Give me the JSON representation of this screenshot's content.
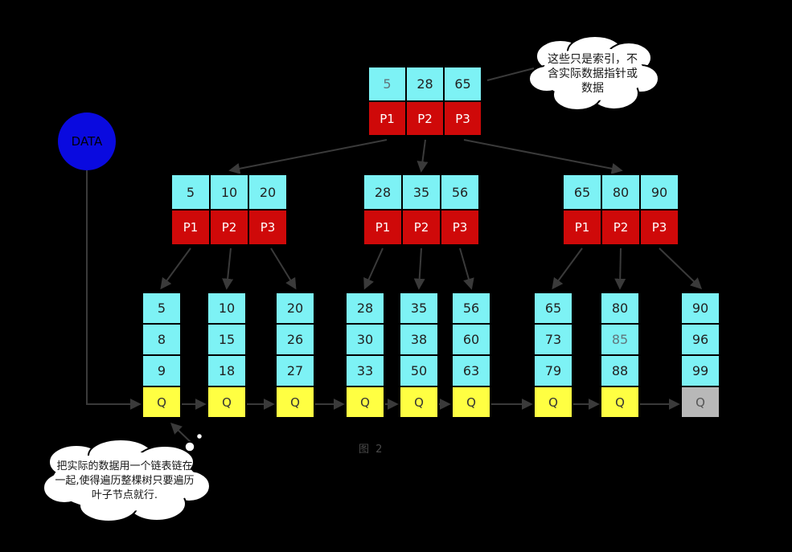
{
  "colors": {
    "background": "#000000",
    "key_cell": "#7df2f5",
    "pointer_cell": "#cf0909",
    "queue_cell": "#ffff42",
    "queue_cell_last": "#b8b8b8",
    "data_circle": "#0a0adf",
    "connector": "#3a3a3a",
    "cloud_fill": "#ffffff"
  },
  "root": {
    "keys": [
      "5",
      "28",
      "65"
    ],
    "pointers": [
      "P1",
      "P2",
      "P3"
    ]
  },
  "internal": [
    {
      "keys": [
        "5",
        "10",
        "20"
      ],
      "pointers": [
        "P1",
        "P2",
        "P3"
      ]
    },
    {
      "keys": [
        "28",
        "35",
        "56"
      ],
      "pointers": [
        "P1",
        "P2",
        "P3"
      ]
    },
    {
      "keys": [
        "65",
        "80",
        "90"
      ],
      "pointers": [
        "P1",
        "P2",
        "P3"
      ]
    }
  ],
  "leaves": [
    {
      "values": [
        "5",
        "8",
        "9"
      ],
      "tail": "Q"
    },
    {
      "values": [
        "10",
        "15",
        "18"
      ],
      "tail": "Q"
    },
    {
      "values": [
        "20",
        "26",
        "27"
      ],
      "tail": "Q"
    },
    {
      "values": [
        "28",
        "30",
        "33"
      ],
      "tail": "Q"
    },
    {
      "values": [
        "35",
        "38",
        "50"
      ],
      "tail": "Q"
    },
    {
      "values": [
        "56",
        "60",
        "63"
      ],
      "tail": "Q"
    },
    {
      "values": [
        "65",
        "73",
        "79"
      ],
      "tail": "Q"
    },
    {
      "values": [
        "80",
        "85",
        "88"
      ],
      "tail": "Q"
    },
    {
      "values": [
        "90",
        "96",
        "99"
      ],
      "tail": "Q"
    }
  ],
  "data_label": "DATA",
  "clouds": {
    "top": "这些只是索引，不含实际数据指针或数据",
    "bottom": "把实际的数据用一个链表链在一起,使得遍历整棵树只要遍历叶子节点就行."
  },
  "caption": "图 2"
}
